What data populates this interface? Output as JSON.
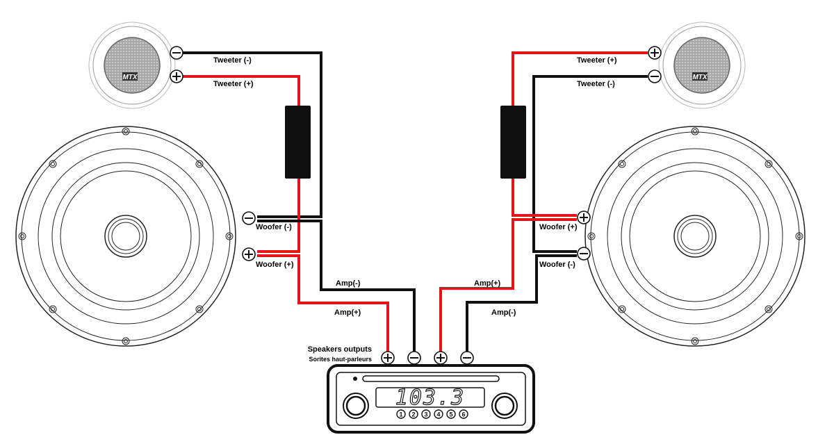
{
  "labels": {
    "left_tweeter_minus": "Tweeter (-)",
    "left_tweeter_plus": "Tweeter (+)",
    "left_woofer_minus": "Woofer (-)",
    "left_woofer_plus": "Woofer (+)",
    "left_amp_minus": "Amp(-)",
    "left_amp_plus": "Amp(+)",
    "right_tweeter_plus": "Tweeter (+)",
    "right_tweeter_minus": "Tweeter (-)",
    "right_woofer_plus": "Woofer (+)",
    "right_woofer_minus": "Woofer (-)",
    "right_amp_plus": "Amp(+)",
    "right_amp_minus": "Amp(-)",
    "speakers_outputs": "Speakers outputs",
    "speakers_outputs_fr": "Sorites haut-parleurs"
  },
  "tweeter_logo": "MTX",
  "head_unit": {
    "display": "103.3",
    "presets": [
      "1",
      "2",
      "3",
      "4",
      "5",
      "6"
    ]
  },
  "colors": {
    "positive_wire": "#e2151b",
    "negative_wire": "#111111"
  }
}
